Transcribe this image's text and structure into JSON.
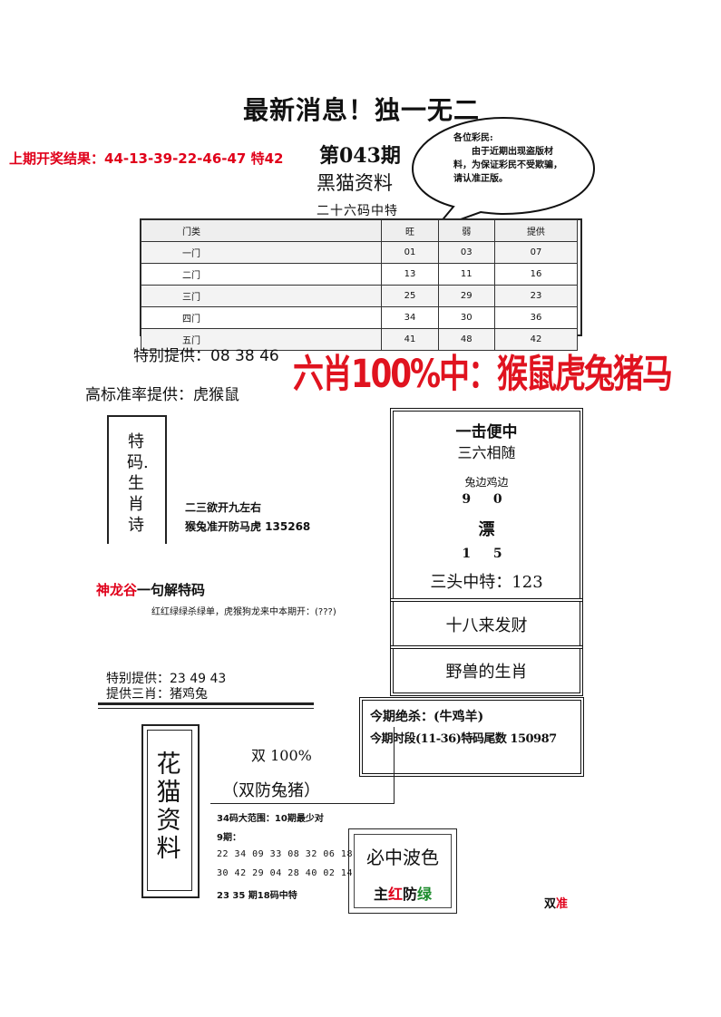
{
  "title": "最新消息！独一无二",
  "last_result": "上期开奖结果：44-13-39-22-46-47 特42",
  "issue": "第043期",
  "brand": "黑猫资料",
  "sub_title": "二十六码中特",
  "bubble": {
    "line1": "各位彩民:",
    "line2": "由于近期出现盗版材料，为保证彩民不受欺骗，请认准正版。"
  },
  "table": {
    "headers": [
      "门类",
      "旺",
      "弱",
      "提供"
    ],
    "rows": [
      [
        "一门",
        "01",
        "03",
        "07"
      ],
      [
        "二门",
        "13",
        "11",
        "16"
      ],
      [
        "三门",
        "25",
        "29",
        "23"
      ],
      [
        "四门",
        "34",
        "30",
        "36"
      ],
      [
        "五门",
        "41",
        "48",
        "42"
      ]
    ]
  },
  "special_offer_1": "特别提供：08 38 46",
  "six_xiao": "六肖100%中：猴鼠虎兔猪马",
  "high_accuracy": "高标准率提供：虎猴鼠",
  "poem_box": {
    "label": "特码.生肖诗"
  },
  "poem_line1": "二三欲开九左右",
  "poem_line2": "猴兔准开防马虎 135268",
  "right_panel": {
    "yiji": "一击便中",
    "sanliu": "三六相随",
    "tubian": "兔边鸡边",
    "n1": "9 0",
    "piao": "漂",
    "n2": "1 5",
    "santou": "三头中特：123",
    "shiba": "十八来发财",
    "yeshou": "野兽的生肖"
  },
  "shenlong": {
    "red": "神龙谷",
    "black": "一句解特码"
  },
  "hongluv": "红红绿绿杀绿单，虎猴狗龙来中本期开：(???)",
  "special_offer_2": "特别提供：23 49 43",
  "special_offer_3": "提供三肖：猪鸡兔",
  "kill": {
    "line1": "今期绝杀：(牛鸡羊)",
    "line2": "今期时段(11-36)特码尾数 150987"
  },
  "huamao": {
    "label": "花猫资料"
  },
  "shuang100": "双 100%",
  "shuangfang": "（双防兔猪）",
  "range1": "34码大范围：10期最少对",
  "range2": "9期：",
  "nums1": "22 34 09 33 08 32 06 18",
  "nums2": "30 42 29 04 28 40 02 14",
  "range3": "23 35 期18码中特",
  "wave": {
    "title": "必中波色",
    "zhu": "主",
    "hong": "红",
    "fang": "防",
    "lv": "绿"
  },
  "shuangzhun": {
    "a": "双",
    "b": "准"
  },
  "colors": {
    "red": "#e0001a",
    "green": "#1a8a2a"
  }
}
